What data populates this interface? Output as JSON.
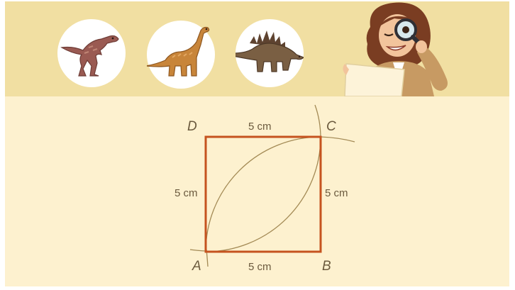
{
  "header": {
    "dinosaurs": [
      {
        "icon": "tyrannosaurus-icon",
        "color": "#9a5a52"
      },
      {
        "icon": "brachiosaurus-icon",
        "color": "#c8853a"
      },
      {
        "icon": "stegosaurus-icon",
        "color": "#7a5f43"
      }
    ],
    "character": "explorer-with-magnifying-glass-icon"
  },
  "figure": {
    "vertices": {
      "A": "A",
      "B": "B",
      "C": "C",
      "D": "D"
    },
    "side_labels": {
      "top": "5 cm",
      "bottom": "5 cm",
      "left": "5 cm",
      "right": "5 cm"
    },
    "colors": {
      "square": "#c5531f",
      "arcs": "#a38a55",
      "text": "#6b5a3e",
      "background": "#fdf1cf",
      "band": "#f1dfa2"
    }
  }
}
